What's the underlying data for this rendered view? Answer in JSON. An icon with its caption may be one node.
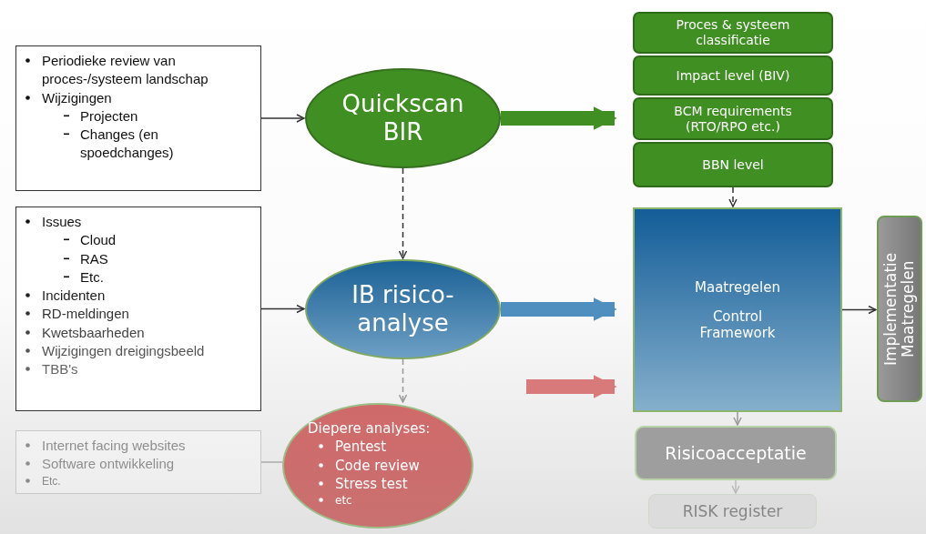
{
  "diagram": {
    "nodes": [
      {
        "text": [
          "Periodieke review van proces-/systeem landschap",
          "Wijzigingen",
          "Projecten",
          "Changes (en spoedchanges)"
        ]
      },
      {
        "text": [
          "Quickscan BIR"
        ]
      },
      {
        "text": [
          "Proces & systeem classificatie"
        ]
      },
      {
        "text": [
          "Impact level (BIV)"
        ]
      },
      {
        "text": [
          "BCM requirements (RTO/RPO etc.)"
        ]
      },
      {
        "text": [
          "BBN level"
        ]
      },
      {
        "text": [
          "Issues",
          "Cloud",
          "RAS",
          "Etc.",
          "Incidenten",
          "RD-meldingen",
          "Kwetsbaarheden",
          "Wijzigingen dreigingsbeeld",
          "TBB's"
        ]
      },
      {
        "text": [
          "IB risico-analyse"
        ]
      },
      {
        "text": [
          "Maatregelen",
          "Control Framework"
        ]
      },
      {
        "text": [
          "Implementatie Maatregelen"
        ]
      },
      {
        "text": [
          "Internet facing websites",
          "Software ontwikkeling",
          "Etc."
        ]
      },
      {
        "text": [
          "Diepere analyses:",
          "Pentest",
          "Code review",
          "Stress test",
          "etc"
        ]
      },
      {
        "text": [
          "Risicoacceptatie"
        ]
      },
      {
        "text": [
          "RISK register"
        ]
      }
    ],
    "edges": [
      {
        "from": 0,
        "to": 1,
        "arrow": "to"
      },
      {
        "from": 1,
        "to": 4,
        "arrow": "to",
        "style": "thick",
        "color": "#3f8f22"
      },
      {
        "from": 1,
        "to": 7,
        "arrow": "to",
        "style": "dashed"
      },
      {
        "from": 5,
        "to": 8,
        "arrow": "to",
        "style": "dashed"
      },
      {
        "from": 6,
        "to": 7,
        "arrow": "to"
      },
      {
        "from": 7,
        "to": 8,
        "arrow": "to",
        "style": "thick",
        "color": "#4f8fbf"
      },
      {
        "from": 7,
        "to": 11,
        "arrow": "to",
        "style": "dashed",
        "color": "#999999"
      },
      {
        "from": null,
        "to": 8,
        "arrow": "to",
        "style": "thick",
        "color": "#d97a7a"
      },
      {
        "from": 10,
        "to": 11,
        "arrow": "none",
        "color": "#aaaaaa"
      },
      {
        "from": 8,
        "to": 9,
        "arrow": "to"
      },
      {
        "from": 8,
        "to": 12,
        "arrow": "to",
        "color": "#999999"
      },
      {
        "from": 12,
        "to": 13,
        "arrow": "to",
        "color": "#bbbbbb"
      }
    ]
  }
}
